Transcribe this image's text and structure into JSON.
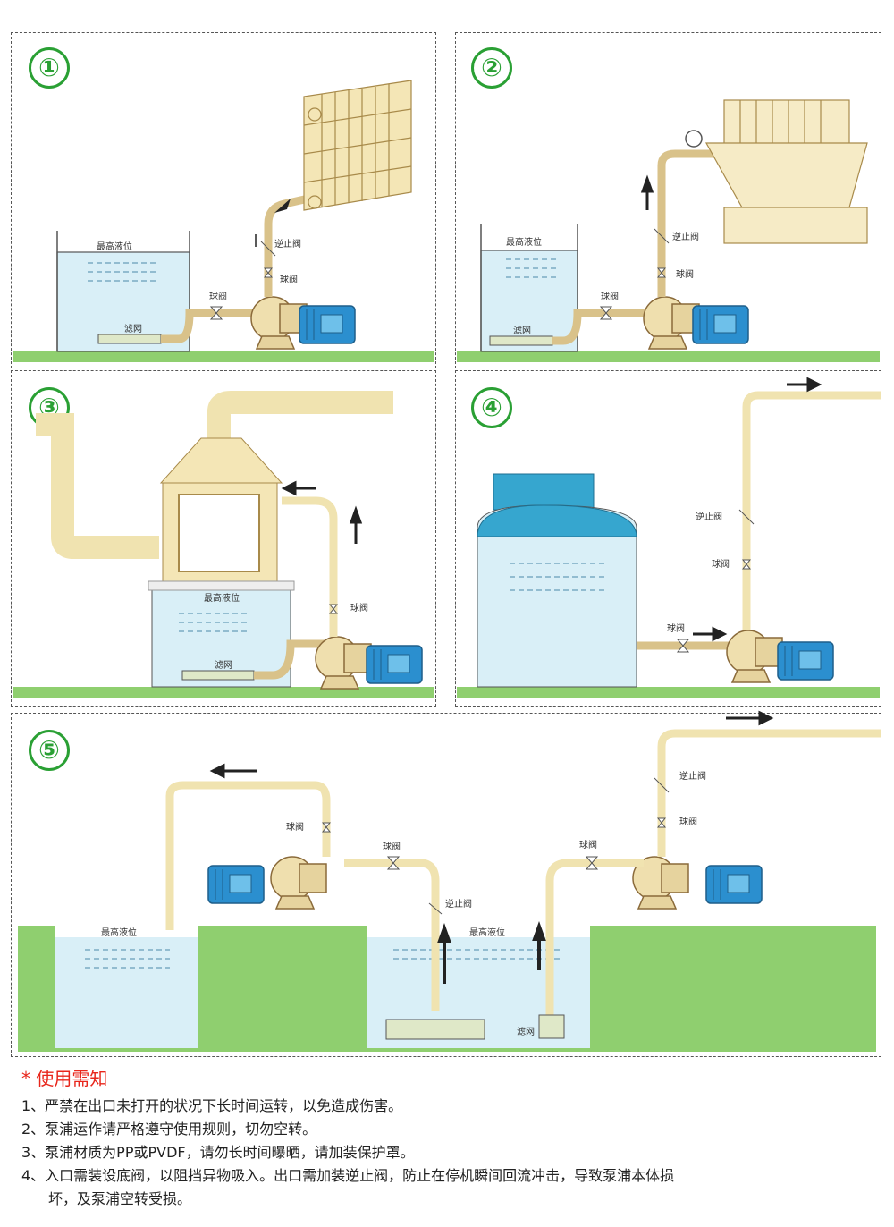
{
  "panels": [
    {
      "number": "①",
      "labels": {
        "max_level": "最高液位",
        "filter": "滤网",
        "ball_valve_in": "球阀",
        "ball_valve_out": "球阀",
        "check_valve": "逆止阀"
      }
    },
    {
      "number": "②",
      "labels": {
        "max_level": "最高液位",
        "filter": "滤网",
        "ball_valve_in": "球阀",
        "ball_valve_out": "球阀",
        "check_valve": "逆止阀"
      }
    },
    {
      "number": "③",
      "labels": {
        "max_level": "最高液位",
        "filter": "滤网",
        "ball_valve_out": "球阀"
      }
    },
    {
      "number": "④",
      "labels": {
        "ball_valve_in": "球阀",
        "ball_valve_out": "球阀",
        "check_valve": "逆止阀"
      }
    },
    {
      "number": "⑤",
      "labels": {
        "max_level_left": "最高液位",
        "max_level_right": "最高液位",
        "ball_valve_a": "球阀",
        "ball_valve_b": "球阀",
        "ball_valve_c": "球阀",
        "ball_valve_d": "球阀",
        "check_valve_a": "逆止阀",
        "check_valve_b": "逆止阀",
        "filter": "滤网"
      }
    }
  ],
  "notes": {
    "title": "* 使用需知",
    "items": [
      "1、严禁在出口未打开的状况下长时间运转，以免造成伤害。",
      "2、泵浦运作请严格遵守使用规则，切勿空转。",
      "3、泵浦材质为PP或PVDF，请勿长时间曝晒，请加装保护罩。",
      "4、入口需装设底阀，以阻挡异物吸入。出口需加装逆止阀，防止在停机瞬间回流冲击，导致泵浦本体损",
      "坏，及泵浦空转受损。"
    ]
  }
}
